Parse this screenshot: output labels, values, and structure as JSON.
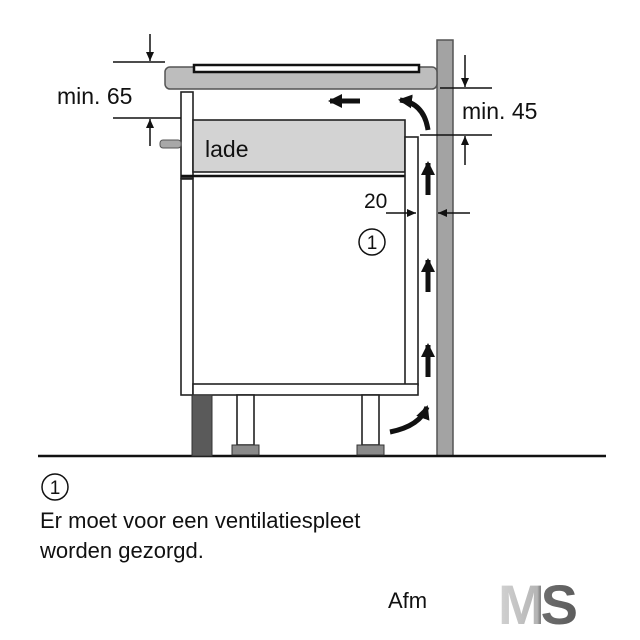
{
  "diagram": {
    "drawer_label": "lade",
    "dim_top_left": "min. 65",
    "dim_top_right": "min. 45",
    "dim_gap": "20",
    "marker": "1"
  },
  "legend": {
    "marker": "1",
    "line1": "Er moet voor een ventilatiespleet",
    "line2": "worden gezorgd."
  },
  "footer": {
    "partial_text": "Afm",
    "logo": "MS"
  },
  "colors": {
    "wall": "#a3a3a3",
    "countertop": "#bdbdbd",
    "drawer": "#d3d3d3",
    "plinth": "#5a5a5a"
  }
}
